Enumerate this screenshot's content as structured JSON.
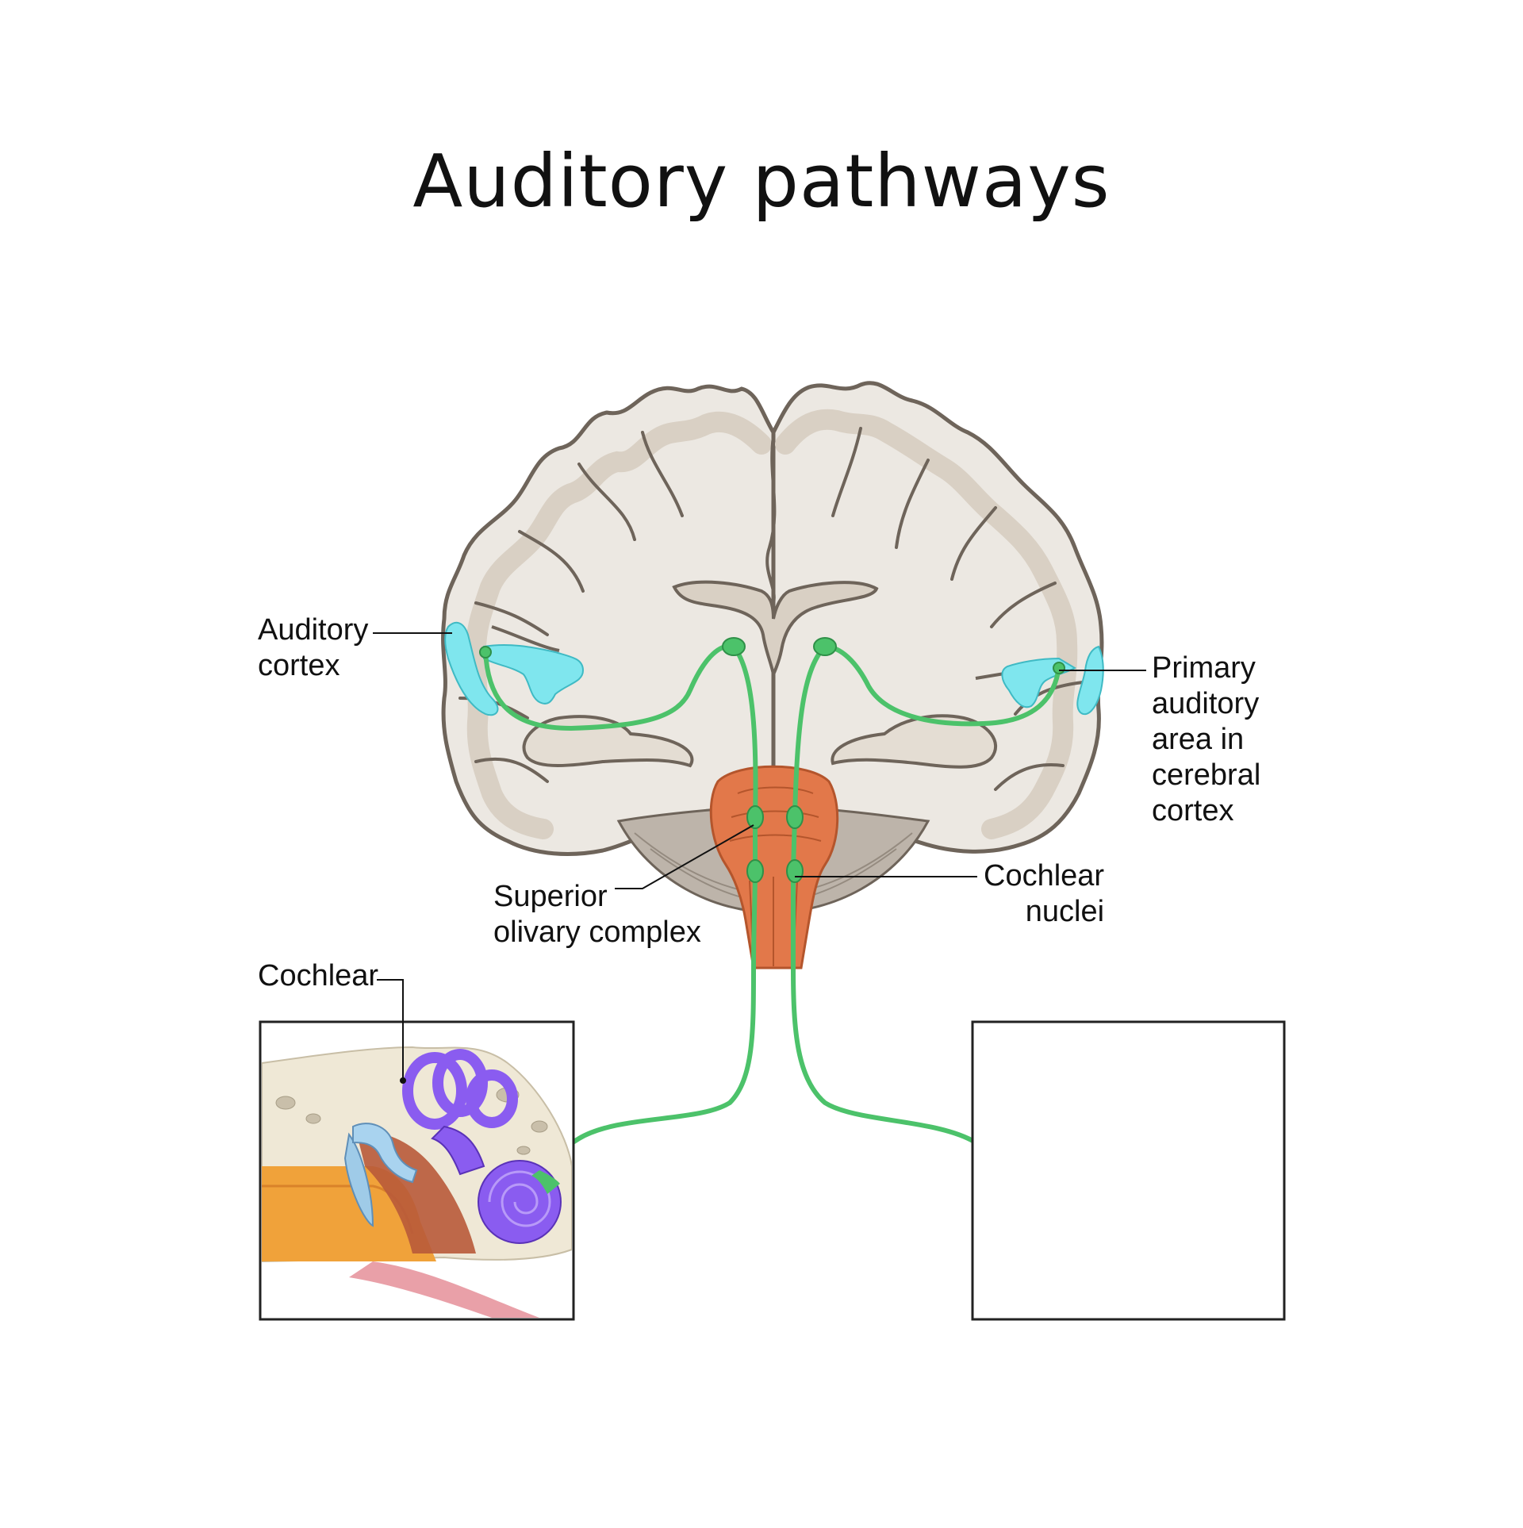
{
  "title": "Auditory pathways",
  "labels": {
    "auditory_cortex": "Auditory\ncortex",
    "primary_auditory_area": "Primary\nauditory\narea in\ncerebral\ncortex",
    "superior_olivary_complex": "Superior\nolivary complex",
    "cochlear_nuclei": "Cochlear\nnuclei",
    "cochlear": "Cochlear"
  },
  "colors": {
    "pathway": "#4cc26a",
    "auditory_cortex_fill": "#7fe6ee",
    "brain_tissue": "#ece8e2",
    "brain_outline": "#6e645a",
    "grey_matter": "#d9d0c4",
    "brainstem": "#e2784a",
    "cerebellum": "#bdb4aa",
    "inner_ear": "#8a5cf0",
    "bone": "#efe8d6",
    "ear_canal": "#f0a23a"
  }
}
